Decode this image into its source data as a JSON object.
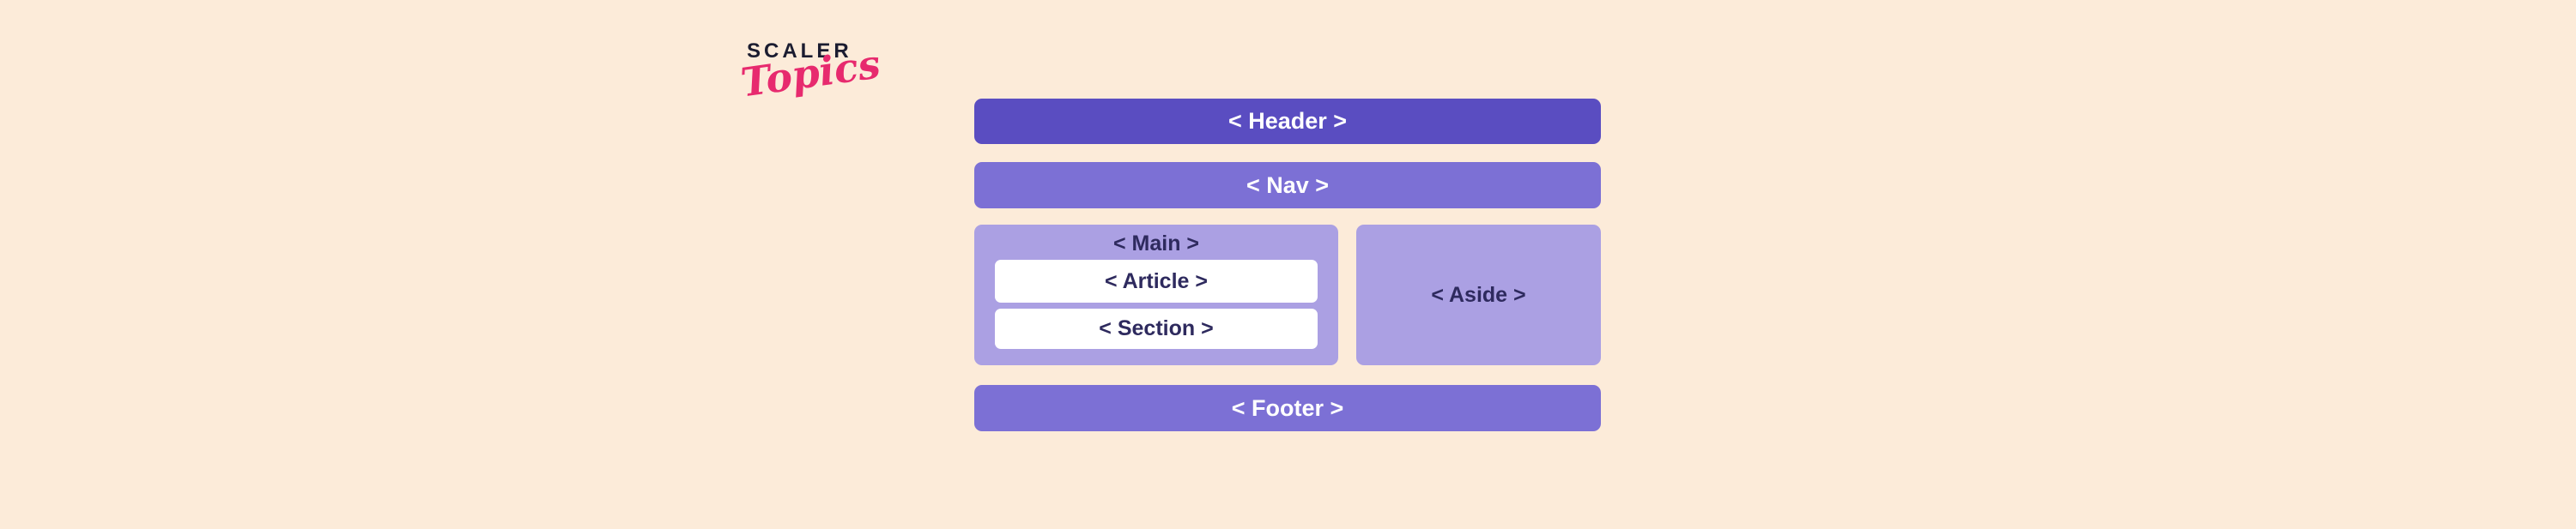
{
  "logo": {
    "brand": "SCALER",
    "sub": "Topics"
  },
  "diagram": {
    "header": {
      "label": "< Header >"
    },
    "nav": {
      "label": "< Nav >"
    },
    "main": {
      "label": "< Main >",
      "article": {
        "label": "< Article >"
      },
      "section": {
        "label": "< Section >"
      }
    },
    "aside": {
      "label": "< Aside >"
    },
    "footer": {
      "label": "< Footer >"
    }
  },
  "colors": {
    "background": "#fcebd9",
    "header_bar": "#5a4dc1",
    "nav_footer_bar": "#7c70d5",
    "main_aside_box": "#aba0e3",
    "inner_box": "#ffffff",
    "dark_text": "#2e2a5e",
    "bar_text": "#ffffff",
    "logo_brand": "#1b1c30",
    "logo_script": "#e72a6e"
  }
}
